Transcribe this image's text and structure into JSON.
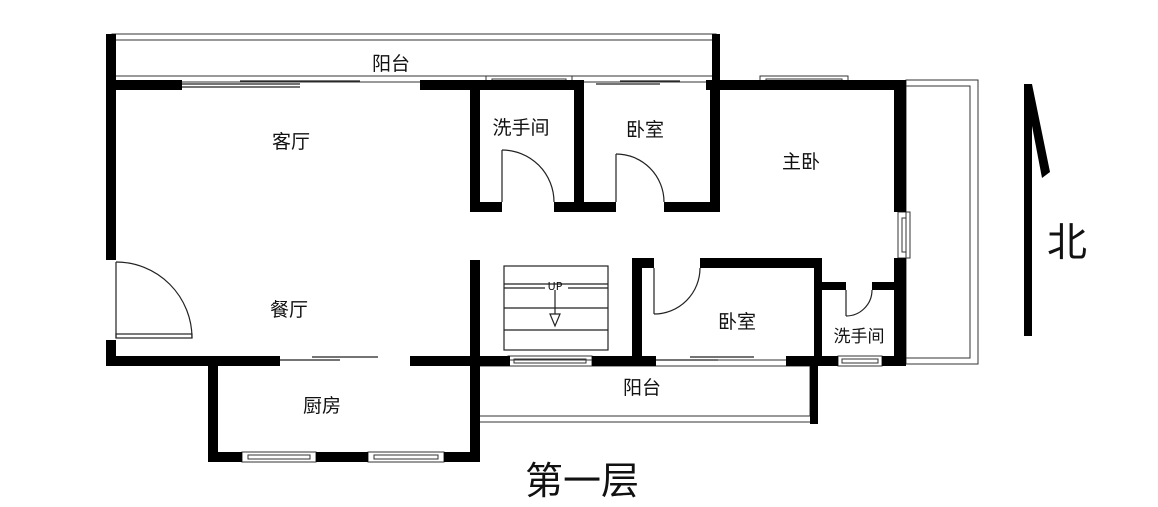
{
  "plan": {
    "title": "第一层",
    "north": "北",
    "stair_label": "UP",
    "rooms": {
      "balcony_top": "阳台",
      "living_room": "客厅",
      "bathroom_1": "洗手间",
      "bedroom_1": "卧室",
      "master_bedroom": "主卧",
      "dining_room": "餐厅",
      "bedroom_2": "卧室",
      "bathroom_2": "洗手间",
      "kitchen": "厨房",
      "balcony_bottom": "阳台"
    }
  }
}
